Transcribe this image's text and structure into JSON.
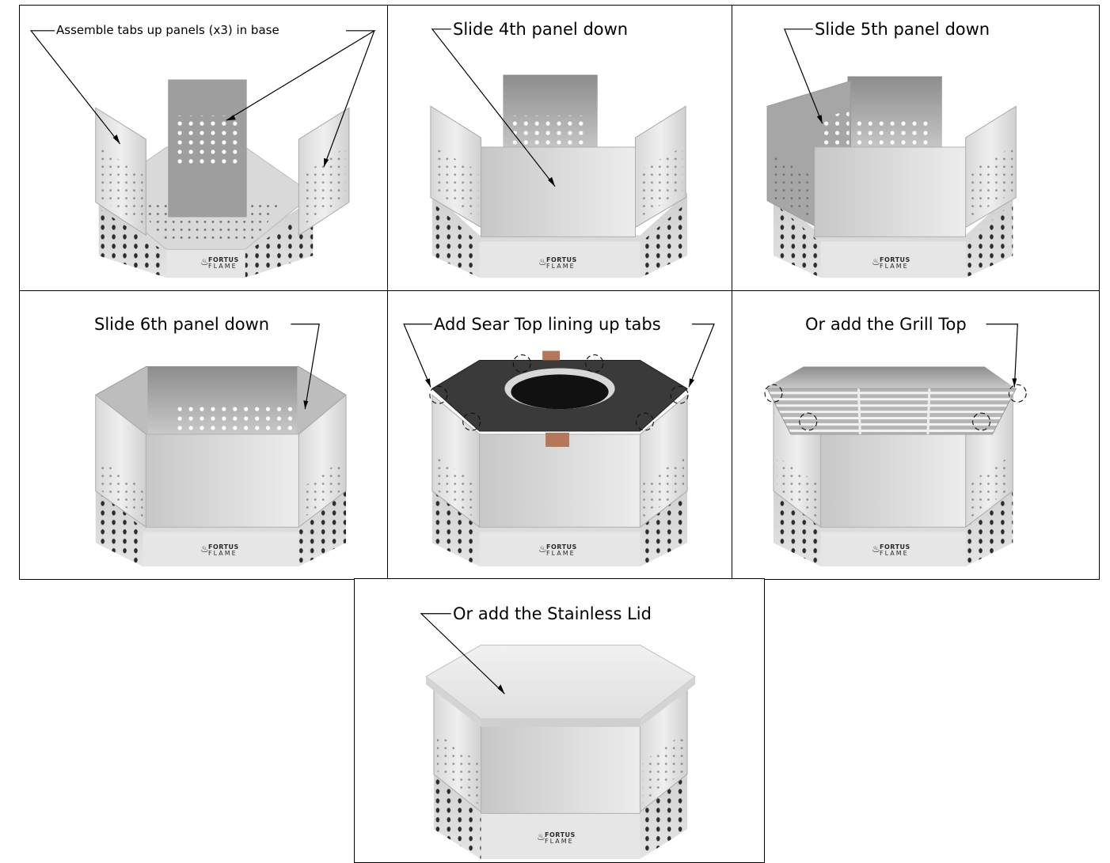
{
  "steps": [
    {
      "caption": "Assemble tabs up panels (x3) in base"
    },
    {
      "caption": "Slide 4th panel down"
    },
    {
      "caption": "Slide 5th panel down"
    },
    {
      "caption": "Slide 6th panel down"
    },
    {
      "caption": "Add Sear Top lining up tabs"
    },
    {
      "caption": "Or add the Grill Top"
    },
    {
      "caption": "Or add the Stainless Lid"
    }
  ],
  "brand": {
    "line1": "FORTUS",
    "line2": "FLAME"
  },
  "colors": {
    "steel_light": "#e9e9e9",
    "steel_mid": "#cfcfcf",
    "steel_dark": "#9a9a9a",
    "sear_top": "#3a3a3a",
    "tab_copper": "#b4775a"
  }
}
